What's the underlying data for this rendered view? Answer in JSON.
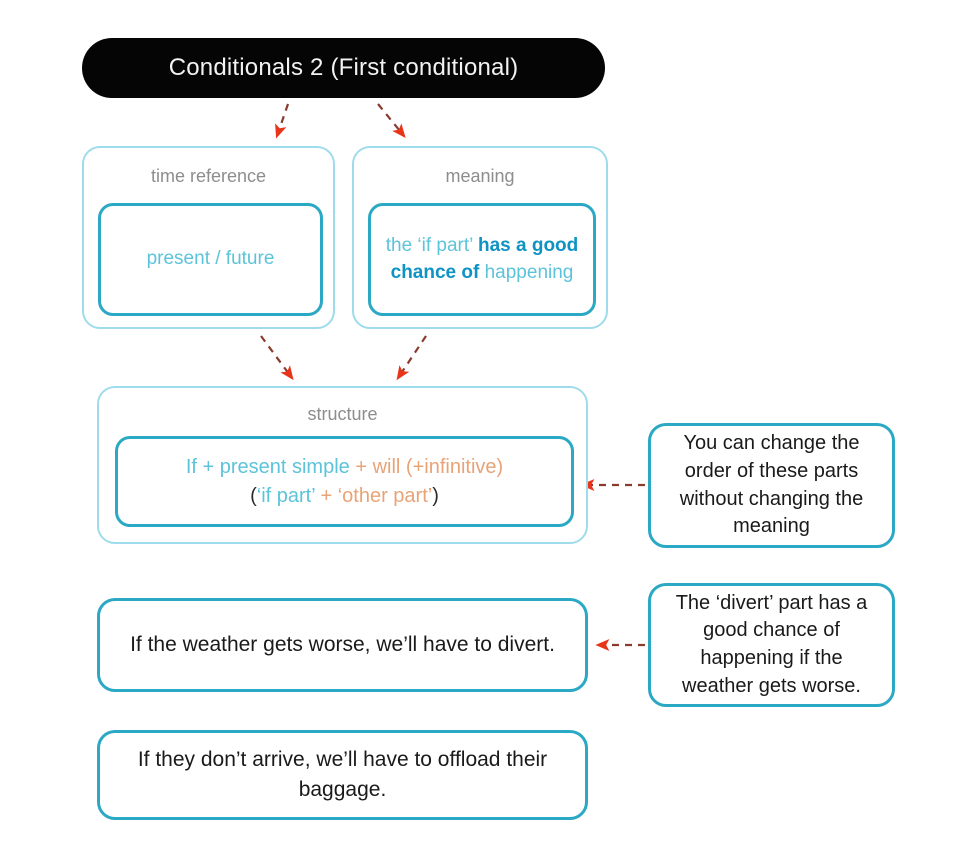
{
  "title": {
    "text": "Conditionals 2 (First conditional)",
    "bg": "#050505",
    "fg": "#f2f2f2"
  },
  "colors": {
    "outer_border": "#9fdceb",
    "inner_border": "#2aa8c4",
    "label_gray": "#8d8d8d",
    "teal_light": "#5cc3da",
    "teal_bold": "#0e93c4",
    "orange": "#e8a377",
    "arrow_line": "#8a3b2e",
    "arrow_head": "#e8351a"
  },
  "nodes": {
    "time_reference": {
      "label": "time reference",
      "value": "present / future"
    },
    "meaning": {
      "label": "meaning",
      "part_1": "the ‘if part’ ",
      "part_2": "has a good chance of ",
      "part_3": "happening"
    },
    "structure": {
      "label": "structure",
      "line1_teal": "If + present simple ",
      "line1_orange": "+ will (+infinitive)",
      "line2_open_paren": "(",
      "line2_teal": "‘if part’ ",
      "line2_orange": "+ ‘other part’",
      "line2_close_paren": ")"
    }
  },
  "examples": [
    {
      "text": "If the weather gets worse, we’ll have to divert."
    },
    {
      "text": "If they don’t arrive, we’ll have to offload their baggage."
    }
  ],
  "callouts": [
    {
      "text": "You can change the order of these parts without changing the meaning"
    },
    {
      "text": "The ‘divert’ part has a good chance of happening if the weather gets worse."
    }
  ],
  "connectors": [
    {
      "name": "title-to-time-reference"
    },
    {
      "name": "title-to-meaning"
    },
    {
      "name": "time-reference-to-structure"
    },
    {
      "name": "meaning-to-structure"
    },
    {
      "name": "order-callout-to-structure"
    },
    {
      "name": "divert-callout-to-example-1"
    }
  ]
}
